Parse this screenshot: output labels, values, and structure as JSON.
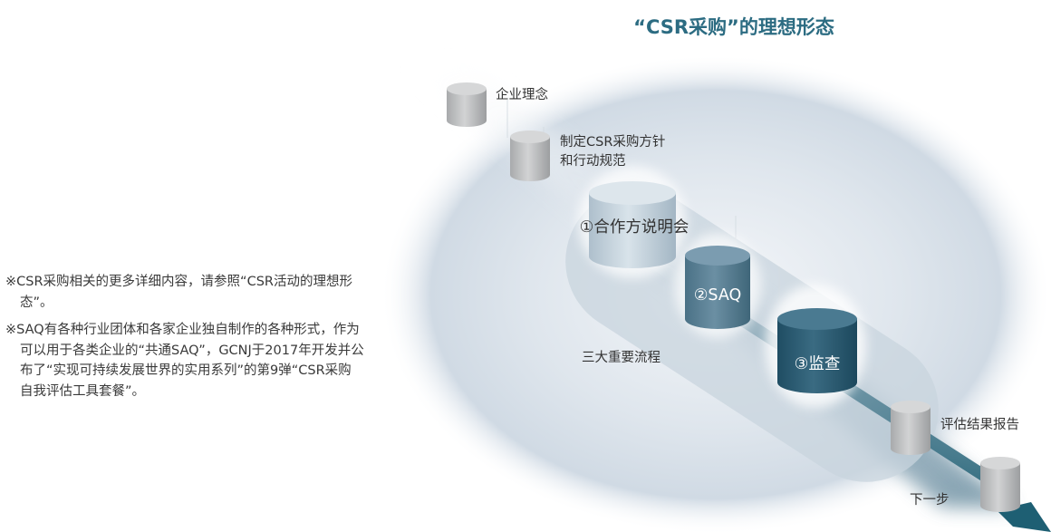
{
  "title": "“CSR采购”的理想形态",
  "notes": [
    "※CSR采购相关的更多详细内容，请参照“CSR活动的理想形态”。",
    "※SAQ有各种行业团体和各家企业独自制作的各种形式，作为可以用于各类企业的“共通SAQ”，GCNJ于2017年开发并公布了“实现可持续发展世界的实用系列”的第9弹“CSR采购 自我评估工具套餐”。"
  ],
  "steps": {
    "step1": "企业理念",
    "step2": "制定CSR采购方针\n和行动规范",
    "process1": "①合作方说明会",
    "process2": "②SAQ",
    "process3": "③监查",
    "process_group": "三大重要流程",
    "step4": "评估结果报告",
    "step5": "下一步"
  },
  "colors": {
    "title": "#2c6c82",
    "arrow": "#1e5f73",
    "drum_gray": "#bcbec0",
    "drum_light_blue": "#c7d6e0",
    "drum_mid_blue": "#587f95",
    "drum_dark_blue": "#2d5e77"
  }
}
